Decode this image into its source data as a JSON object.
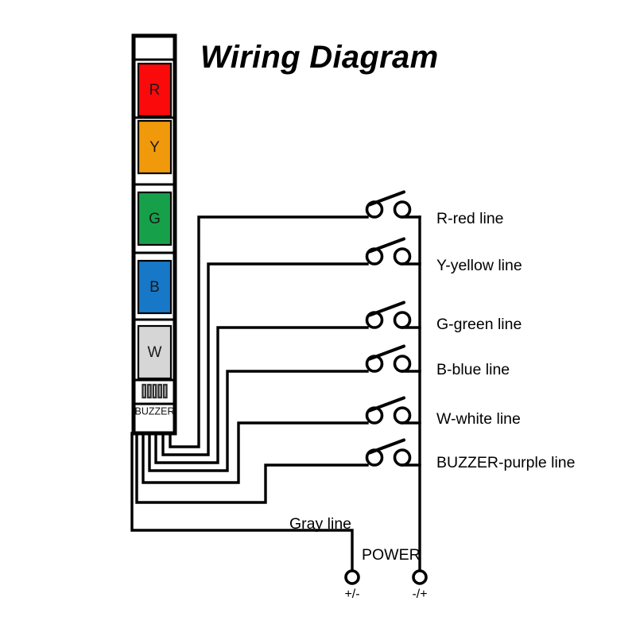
{
  "diagram": {
    "title": "Wiring Diagram",
    "tower": {
      "name": "signal-tower-light",
      "cap_label": "",
      "segments": [
        {
          "key": "R",
          "label": "R",
          "color": "#fa0a0a",
          "name": "tower-segment-red"
        },
        {
          "key": "Y",
          "label": "Y",
          "color": "#f0990a",
          "name": "tower-segment-yellow"
        },
        {
          "key": "G",
          "label": "G",
          "color": "#17a04a",
          "name": "tower-segment-green"
        },
        {
          "key": "B",
          "label": "B",
          "color": "#1878c8",
          "name": "tower-segment-blue"
        },
        {
          "key": "W",
          "label": "W",
          "color": "#d6d6d6",
          "name": "tower-segment-white"
        }
      ],
      "buzzer_label": "BUZZER",
      "buzzer_grille_bars": 5
    },
    "switch_count": 6,
    "wire_labels": [
      "R-red line",
      "Y-yellow line",
      "G-green line",
      "B-blue line",
      "W-white line",
      "BUZZER-purple line"
    ],
    "power": {
      "gray_line_label": "Gray line",
      "power_label": "POWER",
      "left_terminal_label": "+/-",
      "right_terminal_label": "-/+"
    },
    "colors": {
      "red": "#fa0a0a",
      "yellow": "#f0990a",
      "green": "#17a04a",
      "blue": "#1878c8",
      "white": "#d6d6d6",
      "wire": "#000000",
      "background": "#ffffff"
    }
  }
}
